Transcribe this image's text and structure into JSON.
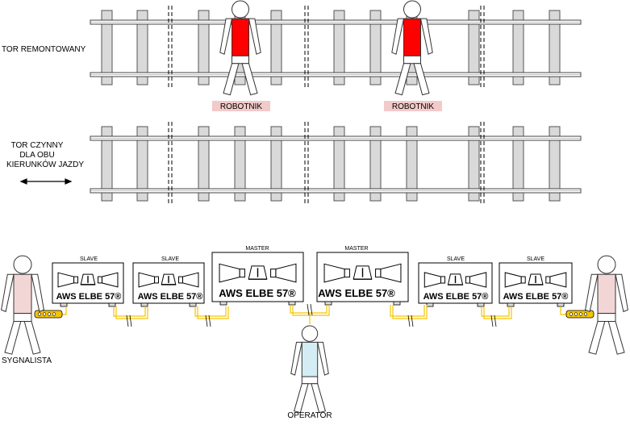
{
  "tracks": {
    "repair_label": "TOR REMONTOWANY",
    "active_label_line1": "TOR CZYNNY",
    "active_label_line2": "DLA OBU",
    "active_label_line3": "KIERUNKÓW JAZDY"
  },
  "workers": {
    "label_1": "ROBOTNIK",
    "label_2": "ROBOTNIK"
  },
  "devices": [
    {
      "role": "SLAVE",
      "name": "AWS ELBE 57®"
    },
    {
      "role": "SLAVE",
      "name": "AWS ELBE 57®"
    },
    {
      "role": "MASTER",
      "name": "AWS ELBE 57®"
    },
    {
      "role": "MASTER",
      "name": "AWS ELBE 57®"
    },
    {
      "role": "SLAVE",
      "name": "AWS ELBE 57®"
    },
    {
      "role": "SLAVE",
      "name": "AWS ELBE 57®"
    }
  ],
  "people": {
    "signaller": "SYGNALISTA",
    "operator": "OPERATOR"
  },
  "colors": {
    "worker_vest": "#ff0000",
    "worker_label_bg": "#f2caca",
    "signaller_body": "#f2d6d6",
    "operator_body": "#d4ecf4",
    "cable": "#f5c400",
    "sleeper": "#d9d9d9"
  }
}
